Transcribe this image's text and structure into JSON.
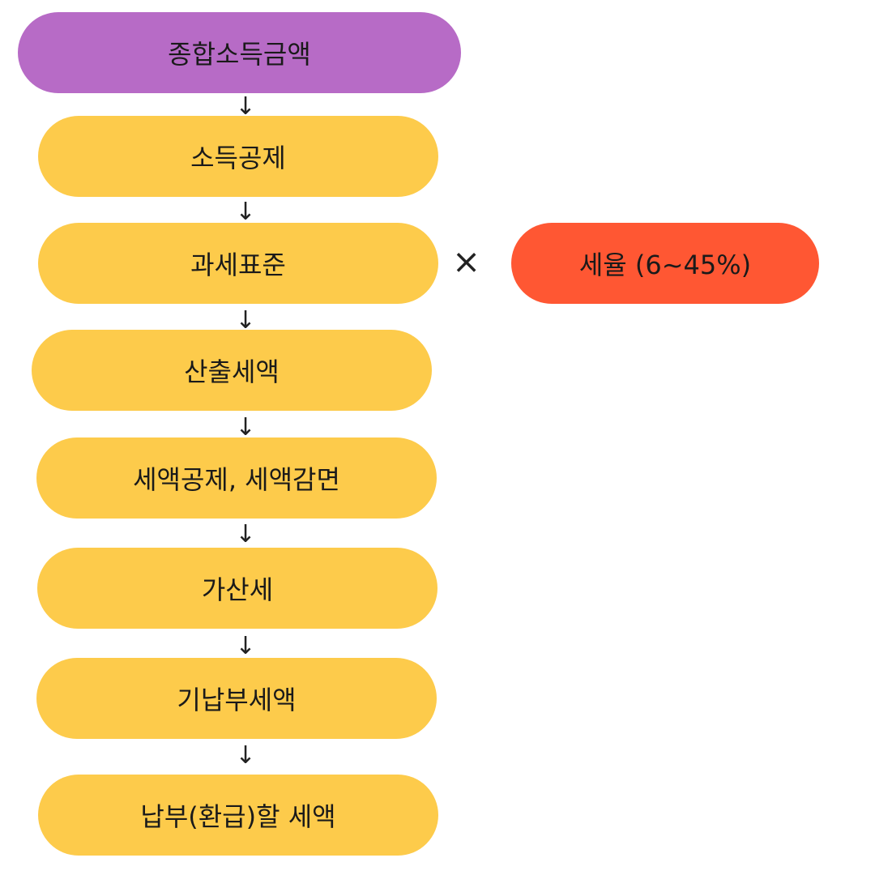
{
  "colors": {
    "start": "#B76BC6",
    "step": "#FDCB4B",
    "rate": "#FF5733"
  },
  "flow": {
    "start": "종합소득금액",
    "steps": [
      "소득공제",
      "과세표준",
      "산출세액",
      "세액공제, 세액감면",
      "가산세",
      "기납부세액",
      "납부(환급)할 세액"
    ],
    "arrow_glyph": "↓"
  },
  "multiply": {
    "symbol": "×",
    "rate_label": "세율 (6~45%)"
  }
}
